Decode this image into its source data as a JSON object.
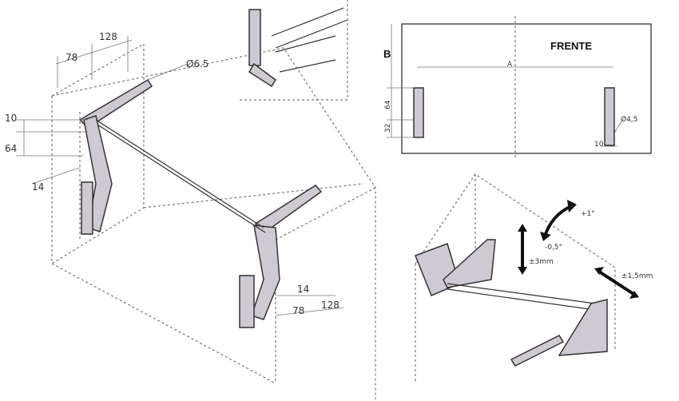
{
  "main_drawing": {
    "dims": {
      "top_128": "128",
      "top_78": "78",
      "hole_diameter": "Ø6.5",
      "left_10": "10",
      "left_64": "64",
      "left_14": "14",
      "right_14": "14",
      "right_78": "78",
      "right_128": "128"
    }
  },
  "front_view": {
    "label_b": "B",
    "label_front": "FRENTE",
    "label_a": "A",
    "dim_64": "64",
    "dim_32": "32",
    "hole_diameter": "Ø4,5",
    "dim_10": "10"
  },
  "adjustment_view": {
    "angle_plus": "+1°",
    "angle_minus": "-0,5°",
    "vertical": "±3mm",
    "lateral": "±1,5mm"
  }
}
